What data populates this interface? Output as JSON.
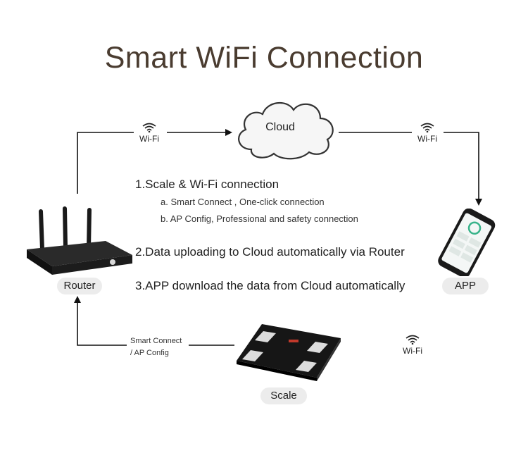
{
  "title": "Smart WiFi Connection",
  "cloud": {
    "label": "Cloud"
  },
  "wifi_labels": {
    "left": "Wi-Fi",
    "right": "Wi-Fi",
    "bottom": "Wi-Fi"
  },
  "steps": {
    "step1": "1.Scale & Wi-Fi connection",
    "step1a": "a. Smart Connect , One-click connection",
    "step1b": "b. AP Config, Professional and safety connection",
    "step2": "2.Data uploading to Cloud automatically via Router",
    "step3": "3.APP download the data from Cloud automatically"
  },
  "devices": {
    "router": "Router",
    "app": "APP",
    "scale": "Scale"
  },
  "scale_link": {
    "line1": "Smart Connect",
    "line2": "/ AP Config"
  }
}
